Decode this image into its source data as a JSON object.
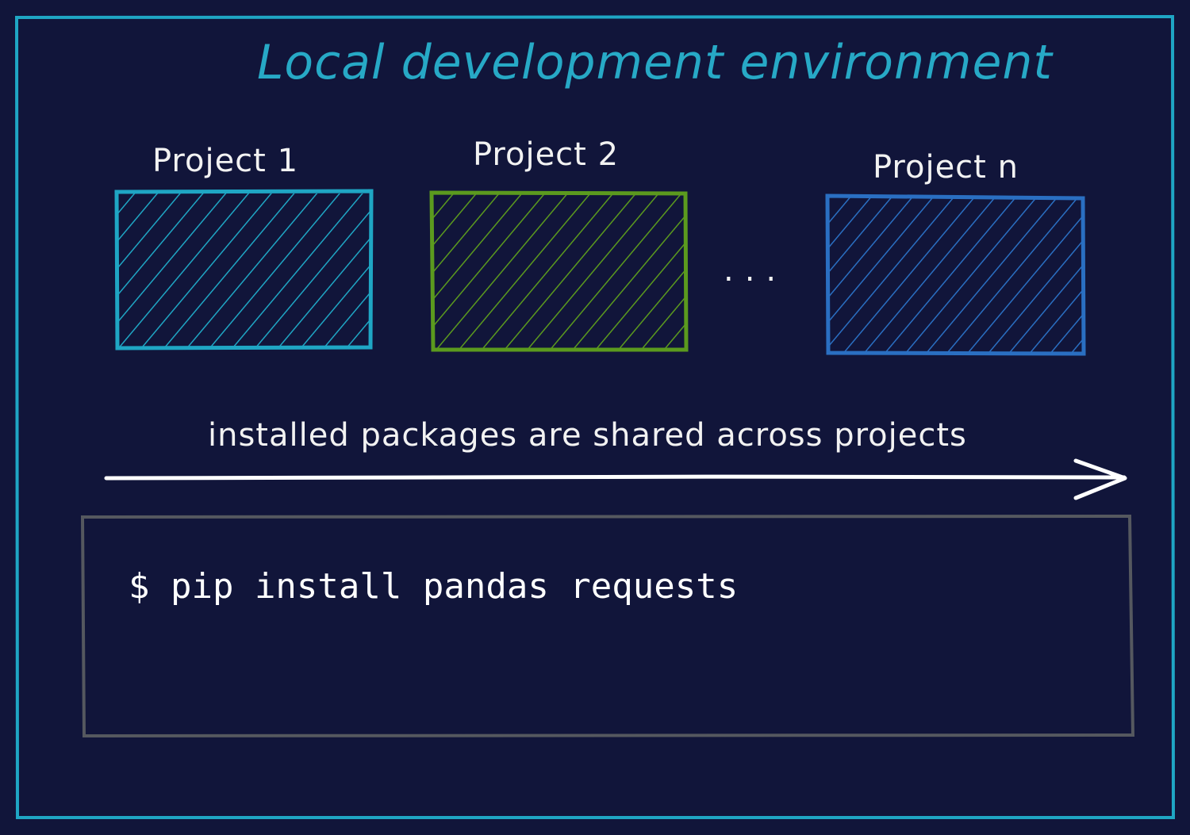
{
  "title": "Local development environment",
  "projects": [
    {
      "label": "Project 1",
      "color": "#1fa6c4"
    },
    {
      "label": "Project 2",
      "color": "#5b9a1e"
    },
    {
      "label": "Project n",
      "color": "#2a6fc2"
    }
  ],
  "ellipsis": "...",
  "caption": "installed packages are shared across projects",
  "terminal": {
    "command": "$ pip install pandas requests",
    "border_color": "#55585f"
  },
  "colors": {
    "background": "#11153a",
    "outer_frame": "#1fa6c4",
    "title": "#27a9c6",
    "text": "#f2f2f2"
  }
}
